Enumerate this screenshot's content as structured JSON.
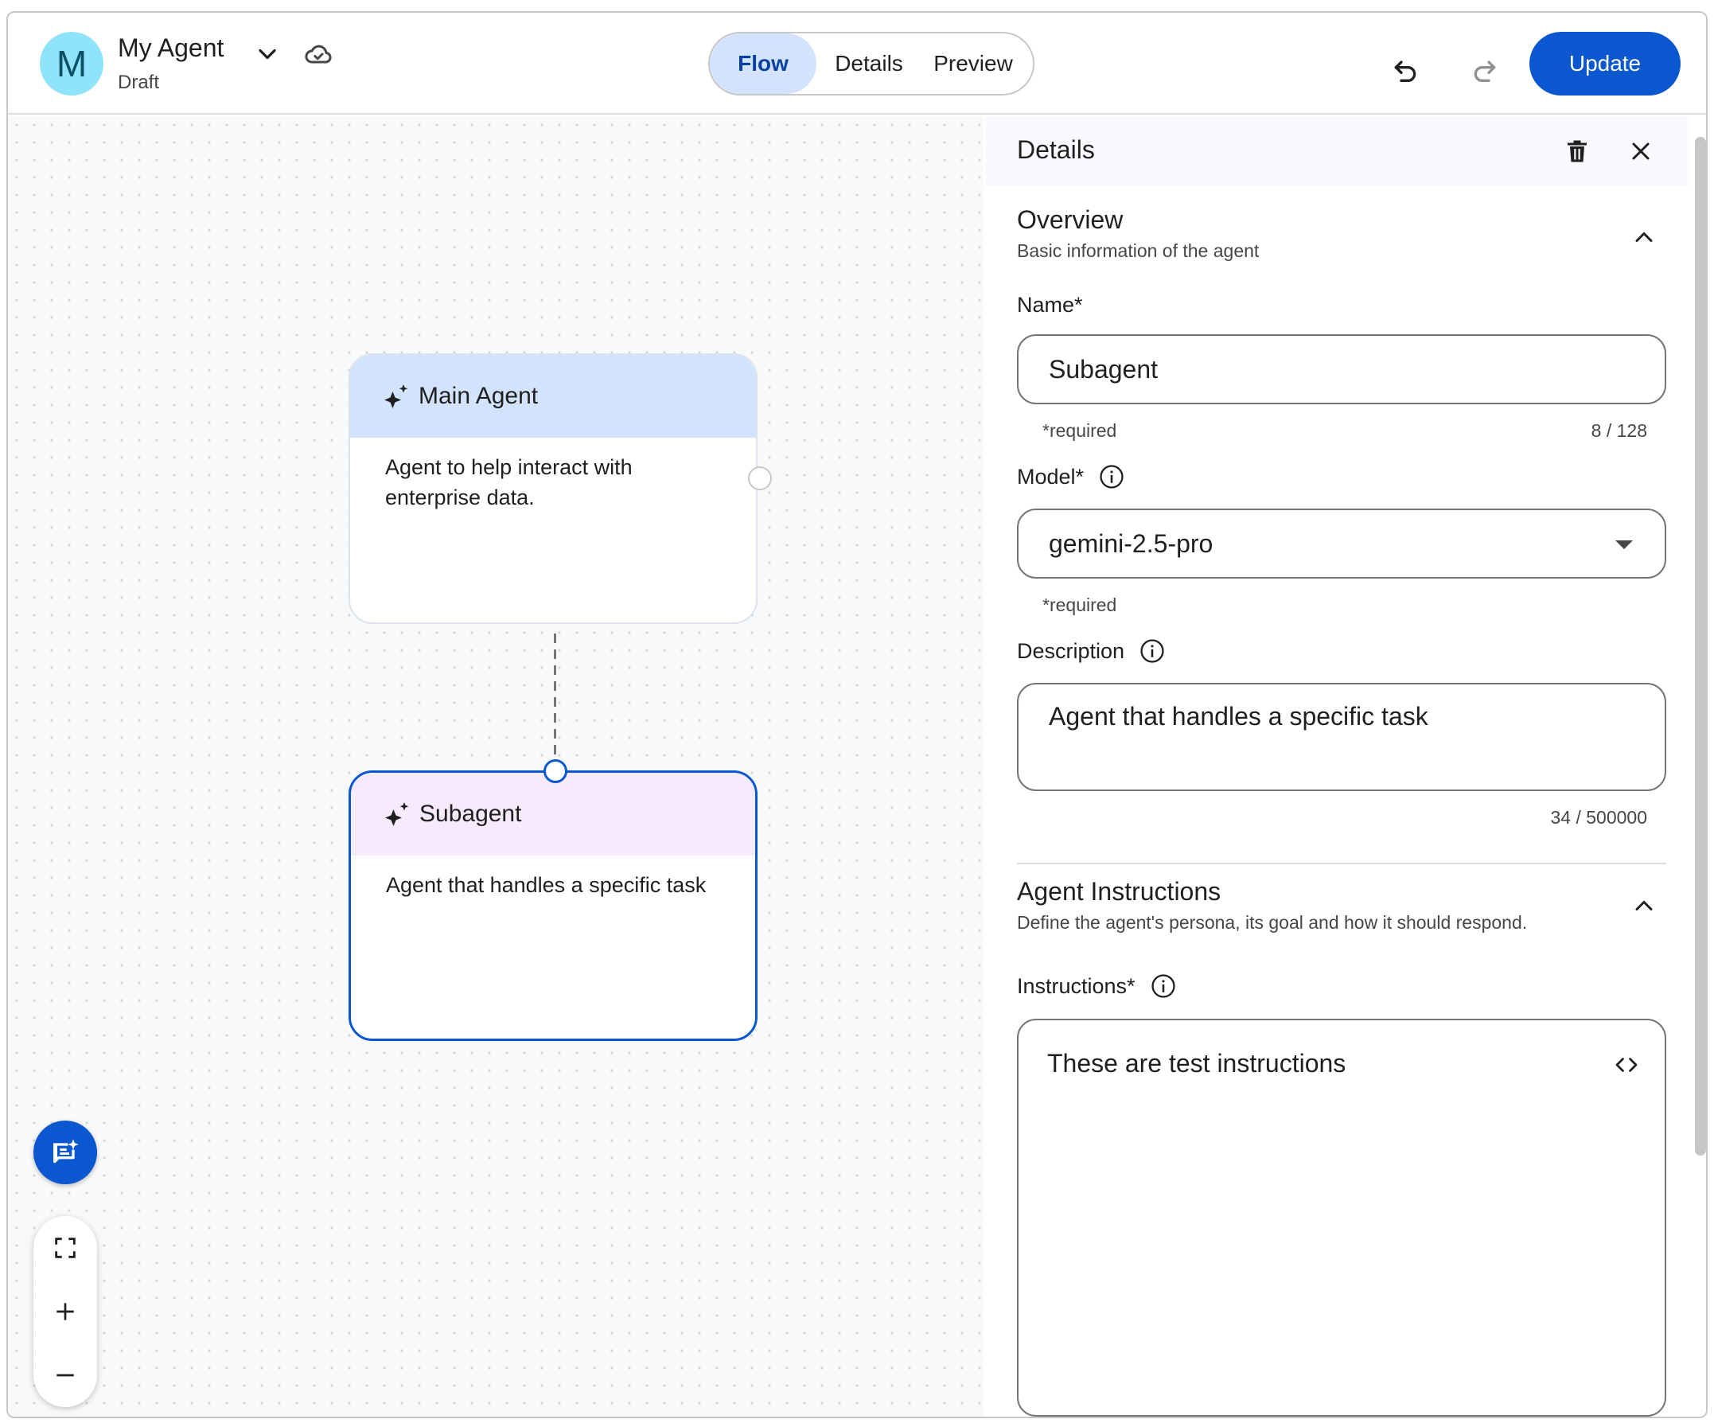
{
  "header": {
    "avatar_letter": "M",
    "agent_name": "My Agent",
    "status": "Draft",
    "tabs": [
      {
        "label": "Flow",
        "active": true
      },
      {
        "label": "Details",
        "active": false
      },
      {
        "label": "Preview",
        "active": false
      }
    ],
    "update_label": "Update",
    "icons": [
      "chevron-down-icon",
      "cloud-icon",
      "undo-icon",
      "redo-icon"
    ]
  },
  "canvas": {
    "nodes": [
      {
        "title": "Main Agent",
        "description": "Agent to help interact with enterprise data.",
        "selected": false
      },
      {
        "title": "Subagent",
        "description": "Agent that handles a specific task",
        "selected": true
      }
    ]
  },
  "details": {
    "title": "Details",
    "overview": {
      "title": "Overview",
      "subtitle": "Basic information of the agent",
      "name_label": "Name*",
      "name_value": "Subagent",
      "name_hint": "*required",
      "name_count": "8 / 128",
      "model_label": "Model*",
      "model_value": "gemini-2.5-pro",
      "model_hint": "*required",
      "description_label": "Description",
      "description_value": "Agent that handles a specific task",
      "description_count": "34 / 500000"
    },
    "instructions": {
      "title": "Agent Instructions",
      "subtitle": "Define the agent's persona, its goal and how it should respond.",
      "label": "Instructions*",
      "value": "These are test instructions"
    }
  },
  "colors": {
    "primary": "#0b57d0",
    "main_node_header": "#d3e3fd",
    "sub_node_header": "#f6eafc",
    "avatar": "#8fe3fb"
  }
}
